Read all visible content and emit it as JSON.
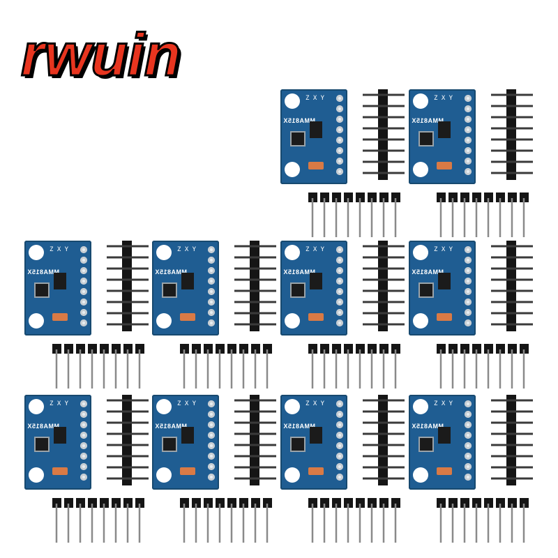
{
  "brand": {
    "logo_text": "rwuin",
    "logo_color": "#e8351f"
  },
  "module": {
    "silkscreen": "MMA815X",
    "axis_labels": [
      "Z",
      "X",
      "Y"
    ],
    "pcb_color": "#1f5d92"
  },
  "modules": [
    {
      "id": 1
    },
    {
      "id": 2
    },
    {
      "id": 3
    },
    {
      "id": 4
    },
    {
      "id": 5
    },
    {
      "id": 6
    },
    {
      "id": 7
    },
    {
      "id": 8
    },
    {
      "id": 9
    },
    {
      "id": 10
    }
  ]
}
